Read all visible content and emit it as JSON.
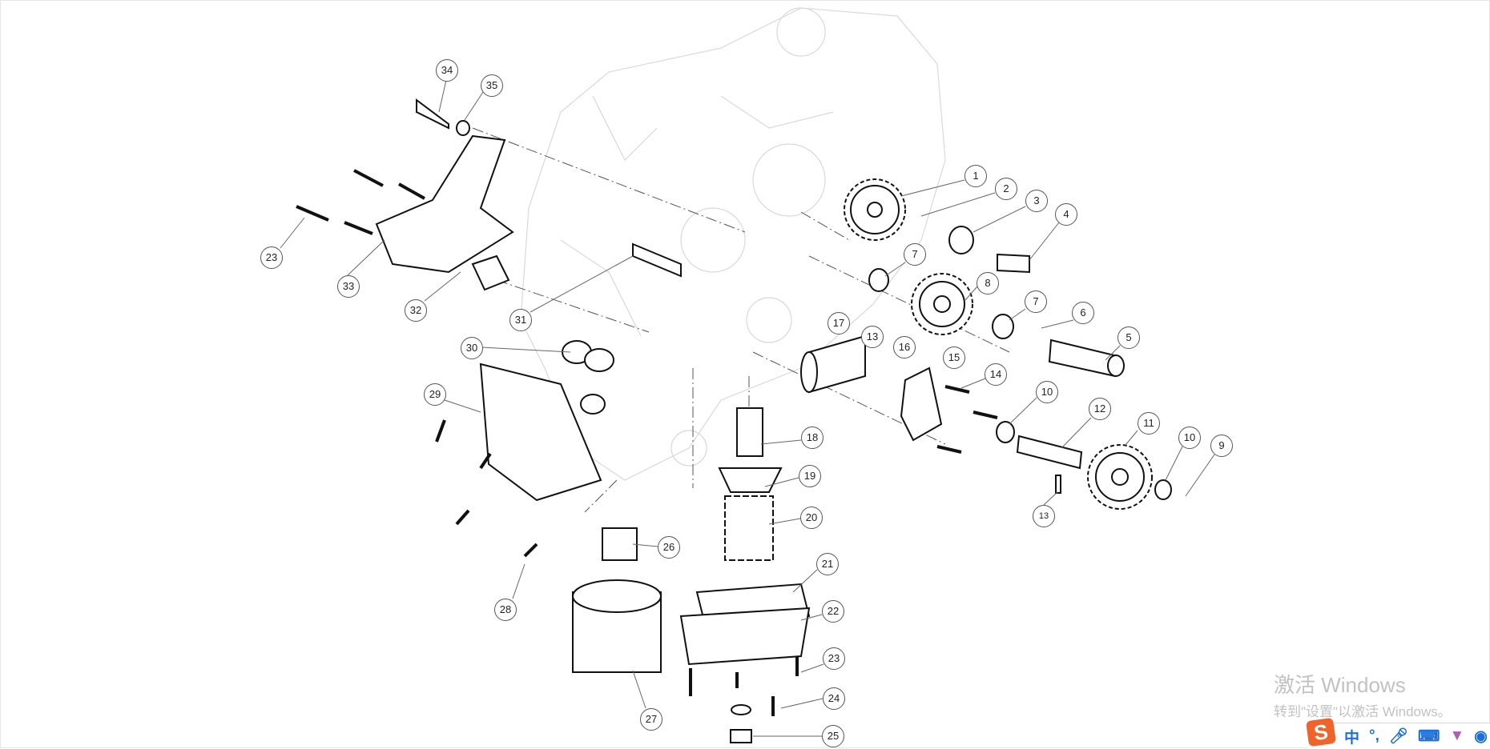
{
  "diagram": {
    "callouts": [
      "34",
      "35",
      "1",
      "2",
      "3",
      "4",
      "7",
      "8",
      "7",
      "6",
      "5",
      "23",
      "33",
      "32",
      "31",
      "30",
      "17",
      "13",
      "16",
      "15",
      "14",
      "10",
      "12",
      "11",
      "10",
      "9",
      "29",
      "18",
      "19",
      "20",
      "13",
      "26",
      "21",
      "28",
      "22",
      "23",
      "24",
      "27",
      "25"
    ]
  },
  "watermark": {
    "title": "激活 Windows",
    "subtitle": "转到\"设置\"以激活 Windows。"
  },
  "ime_toolbar": {
    "logo": "S",
    "lang": "中",
    "punct": "°,",
    "icons": [
      "microphone-icon",
      "keyboard-icon",
      "skin-icon",
      "gamepad-icon"
    ]
  },
  "colors": {
    "ime_brand": "#f0632a",
    "ime_icon": "#1c6fd8"
  }
}
